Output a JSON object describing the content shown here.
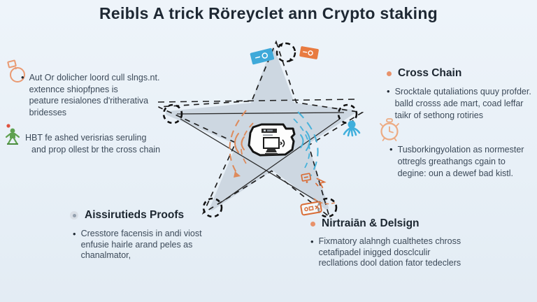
{
  "title": "Reibls A trick Röreyclet ann Crypto staking",
  "glyphs": {
    "bullet": "•"
  },
  "blocks": {
    "left_top": {
      "icon": "flask-icon",
      "lines": [
        "Aut Or dolicher loord cull slngs.nt.",
        "extennce shiopfpnes is",
        "peature resialones d'ritherativa",
        "bridesses"
      ]
    },
    "left_mid": {
      "icon": "green-person-icon",
      "lines": [
        "HBT fe ashed verisrias seruling",
        "and prop ollest br the cross chain"
      ]
    },
    "left_bottom": {
      "heading": "Aissirutieds Proofs",
      "lines": [
        "Cresstore facensis in andi viost",
        "enfusie hairle arand peles as",
        "chanalmator,"
      ]
    },
    "right_top": {
      "heading": "Cross Chain",
      "bullet1_lines": [
        "Srocktale qutaliations quuy profder.",
        "balld crosss ade mart, coad leffar",
        "taikr of sethong rotiries"
      ],
      "icon": "clock-icon",
      "bullet2_lines": [
        "Tusborkingyolation as normester",
        "ottregls greathangs cgain to",
        "degine: oun a dewef bad kistl."
      ]
    },
    "right_bottom": {
      "heading": "Nirtraiān & Delsign",
      "lines": [
        "Fixmatory alahngh cualthetes chross",
        "cetafipadel inigged dosclculir",
        "recllations dool dation fator tedeclers"
      ]
    }
  },
  "diagram": {
    "shape": "five-point-star",
    "center_icon": "computer-workstation-icon",
    "node_icons": [
      "blue-tag-icon",
      "sync-dashed-circle-icon",
      "orange-flag-icon",
      "blue-octopus-icon",
      "orange-badge-icon",
      "orange-stack-icon",
      "orange-cursor-icon"
    ],
    "colors": {
      "background": "#e8f0f7",
      "star_fill": "#cdd7e1",
      "accent_orange": "#e2814f",
      "accent_orange_light": "#edab83",
      "accent_blue": "#3fafdc",
      "accent_green": "#5ea14f",
      "accent_red": "#e0523f",
      "text": "#3c4a59",
      "heading": "#1c2630"
    }
  }
}
